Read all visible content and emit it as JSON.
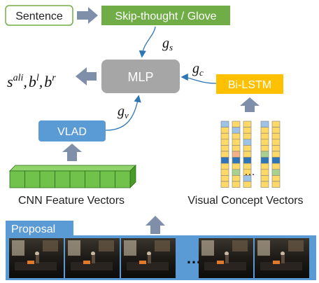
{
  "nodes": {
    "sentence": "Sentence",
    "skip_thought": "Skip-thought / Glove",
    "mlp": "MLP",
    "bilstm": "Bi-LSTM",
    "vlad": "VLAD",
    "cnn_label": "CNN Feature Vectors",
    "visual_concept_label": "Visual Concept Vectors",
    "proposal": "Proposal",
    "ellipsis": "…"
  },
  "math": {
    "gs_base": "g",
    "gs_sub": "s",
    "gc_base": "g",
    "gc_sub": "c",
    "gv_base": "g",
    "gv_sub": "v",
    "out_s": "s",
    "out_s_sup": "ali",
    "out_b1": "b",
    "out_b1_sup": "l",
    "out_b2": "b",
    "out_b2_sup": "r",
    "comma": ","
  },
  "colors": {
    "green": "#70ad47",
    "mlp_gray": "#a6a6a6",
    "blue": "#5b9bd5",
    "orange": "#ffc000",
    "arrow_gray": "#7f8fa9",
    "proposal_blue": "#5b9bd5"
  }
}
